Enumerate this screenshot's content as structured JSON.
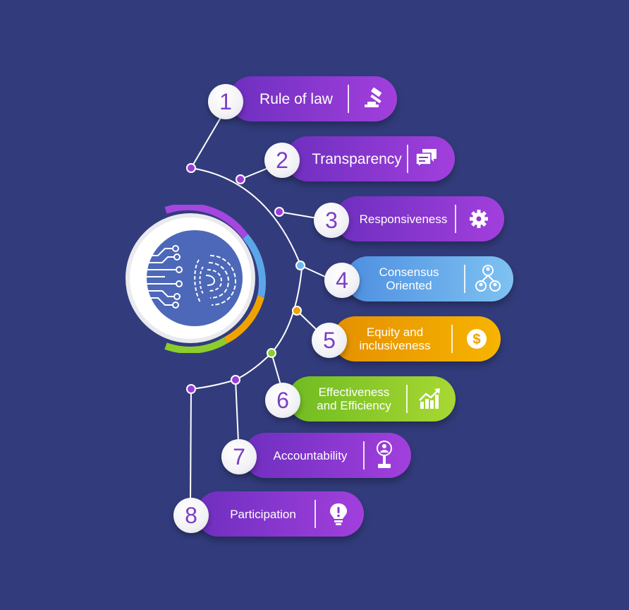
{
  "colors": {
    "background": "#323c7c",
    "purple": "#9a3dd6",
    "blue": "#5aa6e8",
    "orange": "#f0a200",
    "green": "#8ccc2c"
  },
  "items": [
    {
      "number": "1",
      "label": "Rule of law",
      "icon": "gavel-icon"
    },
    {
      "number": "2",
      "label": "Transparency",
      "icon": "chat-bubbles-icon"
    },
    {
      "number": "3",
      "label": "Responsiveness",
      "icon": "gear-icon"
    },
    {
      "number": "4",
      "label": "Consensus Oriented",
      "icon": "people-network-icon"
    },
    {
      "number": "5",
      "label": "Equity and inclusiveness",
      "icon": "dollar-coin-icon"
    },
    {
      "number": "6",
      "label": "Effectiveness and Efficiency",
      "icon": "growth-chart-icon"
    },
    {
      "number": "7",
      "label": "Accountability",
      "icon": "person-podium-icon"
    },
    {
      "number": "8",
      "label": "Participation",
      "icon": "lightbulb-icon"
    }
  ],
  "hub": {
    "icon": "digital-fingerprint-icon"
  }
}
